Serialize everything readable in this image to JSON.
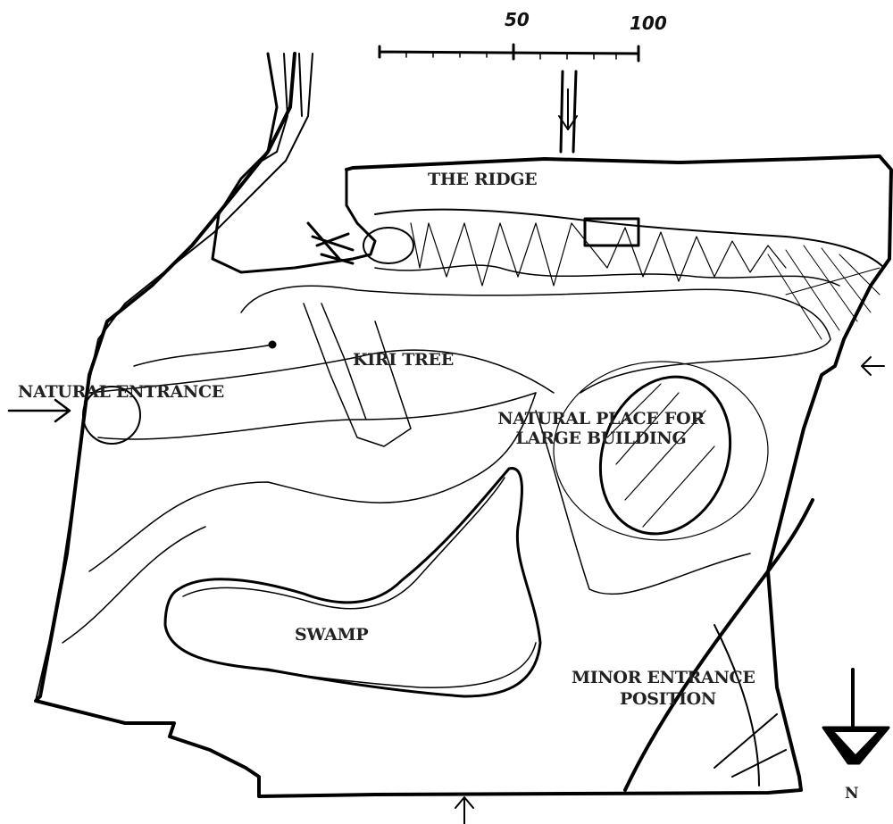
{
  "map": {
    "labels": {
      "ridge": "THE RIDGE",
      "kiri_tree": "KIRI TREE",
      "natural_entrance": "NATURAL ENTRANCE",
      "building_line1": "NATURAL PLACE FOR",
      "building_line2": "LARGE BUILDING",
      "swamp": "SWAMP",
      "minor_entrance_line1": "MINOR ENTRANCE",
      "minor_entrance_line2": "POSITION"
    },
    "scale_bar": {
      "mid": "50",
      "end": "100"
    },
    "north_arrow": {
      "label": "N"
    },
    "colors": {
      "ink": "#000000",
      "paper": "#ffffff"
    }
  }
}
